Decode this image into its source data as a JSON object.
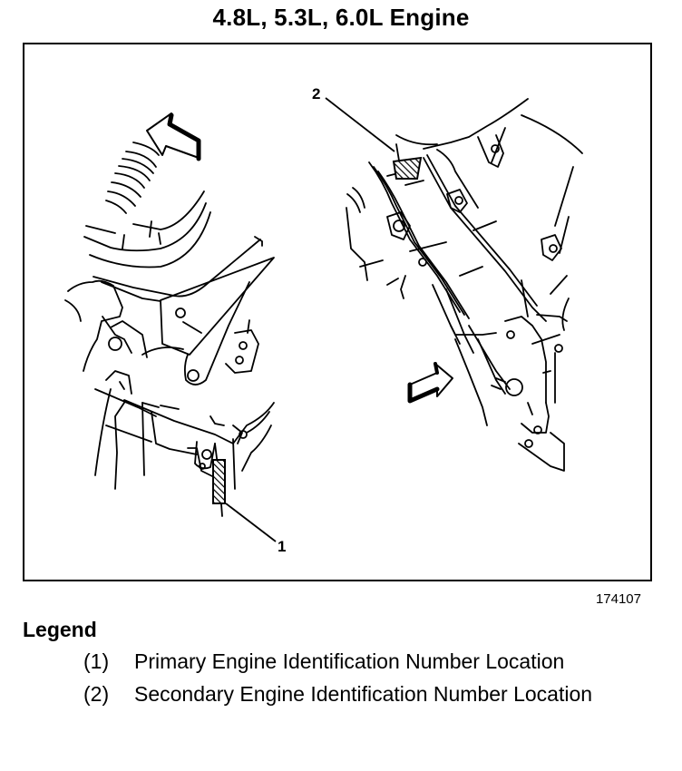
{
  "title": "4.8L, 5.3L, 6.0L Engine",
  "figure_id": "174107",
  "callouts": [
    {
      "number": "1",
      "icon": "hatched-id-pad"
    },
    {
      "number": "2",
      "icon": "hatched-id-pad"
    }
  ],
  "icons": {
    "left_arrow": "front-direction-arrow",
    "right_arrow": "front-direction-arrow"
  },
  "legend": {
    "title": "Legend",
    "items": [
      {
        "number": "(1)",
        "text": "Primary Engine Identification Number Location"
      },
      {
        "number": "(2)",
        "text": "Secondary Engine Identification Number Location"
      }
    ]
  }
}
